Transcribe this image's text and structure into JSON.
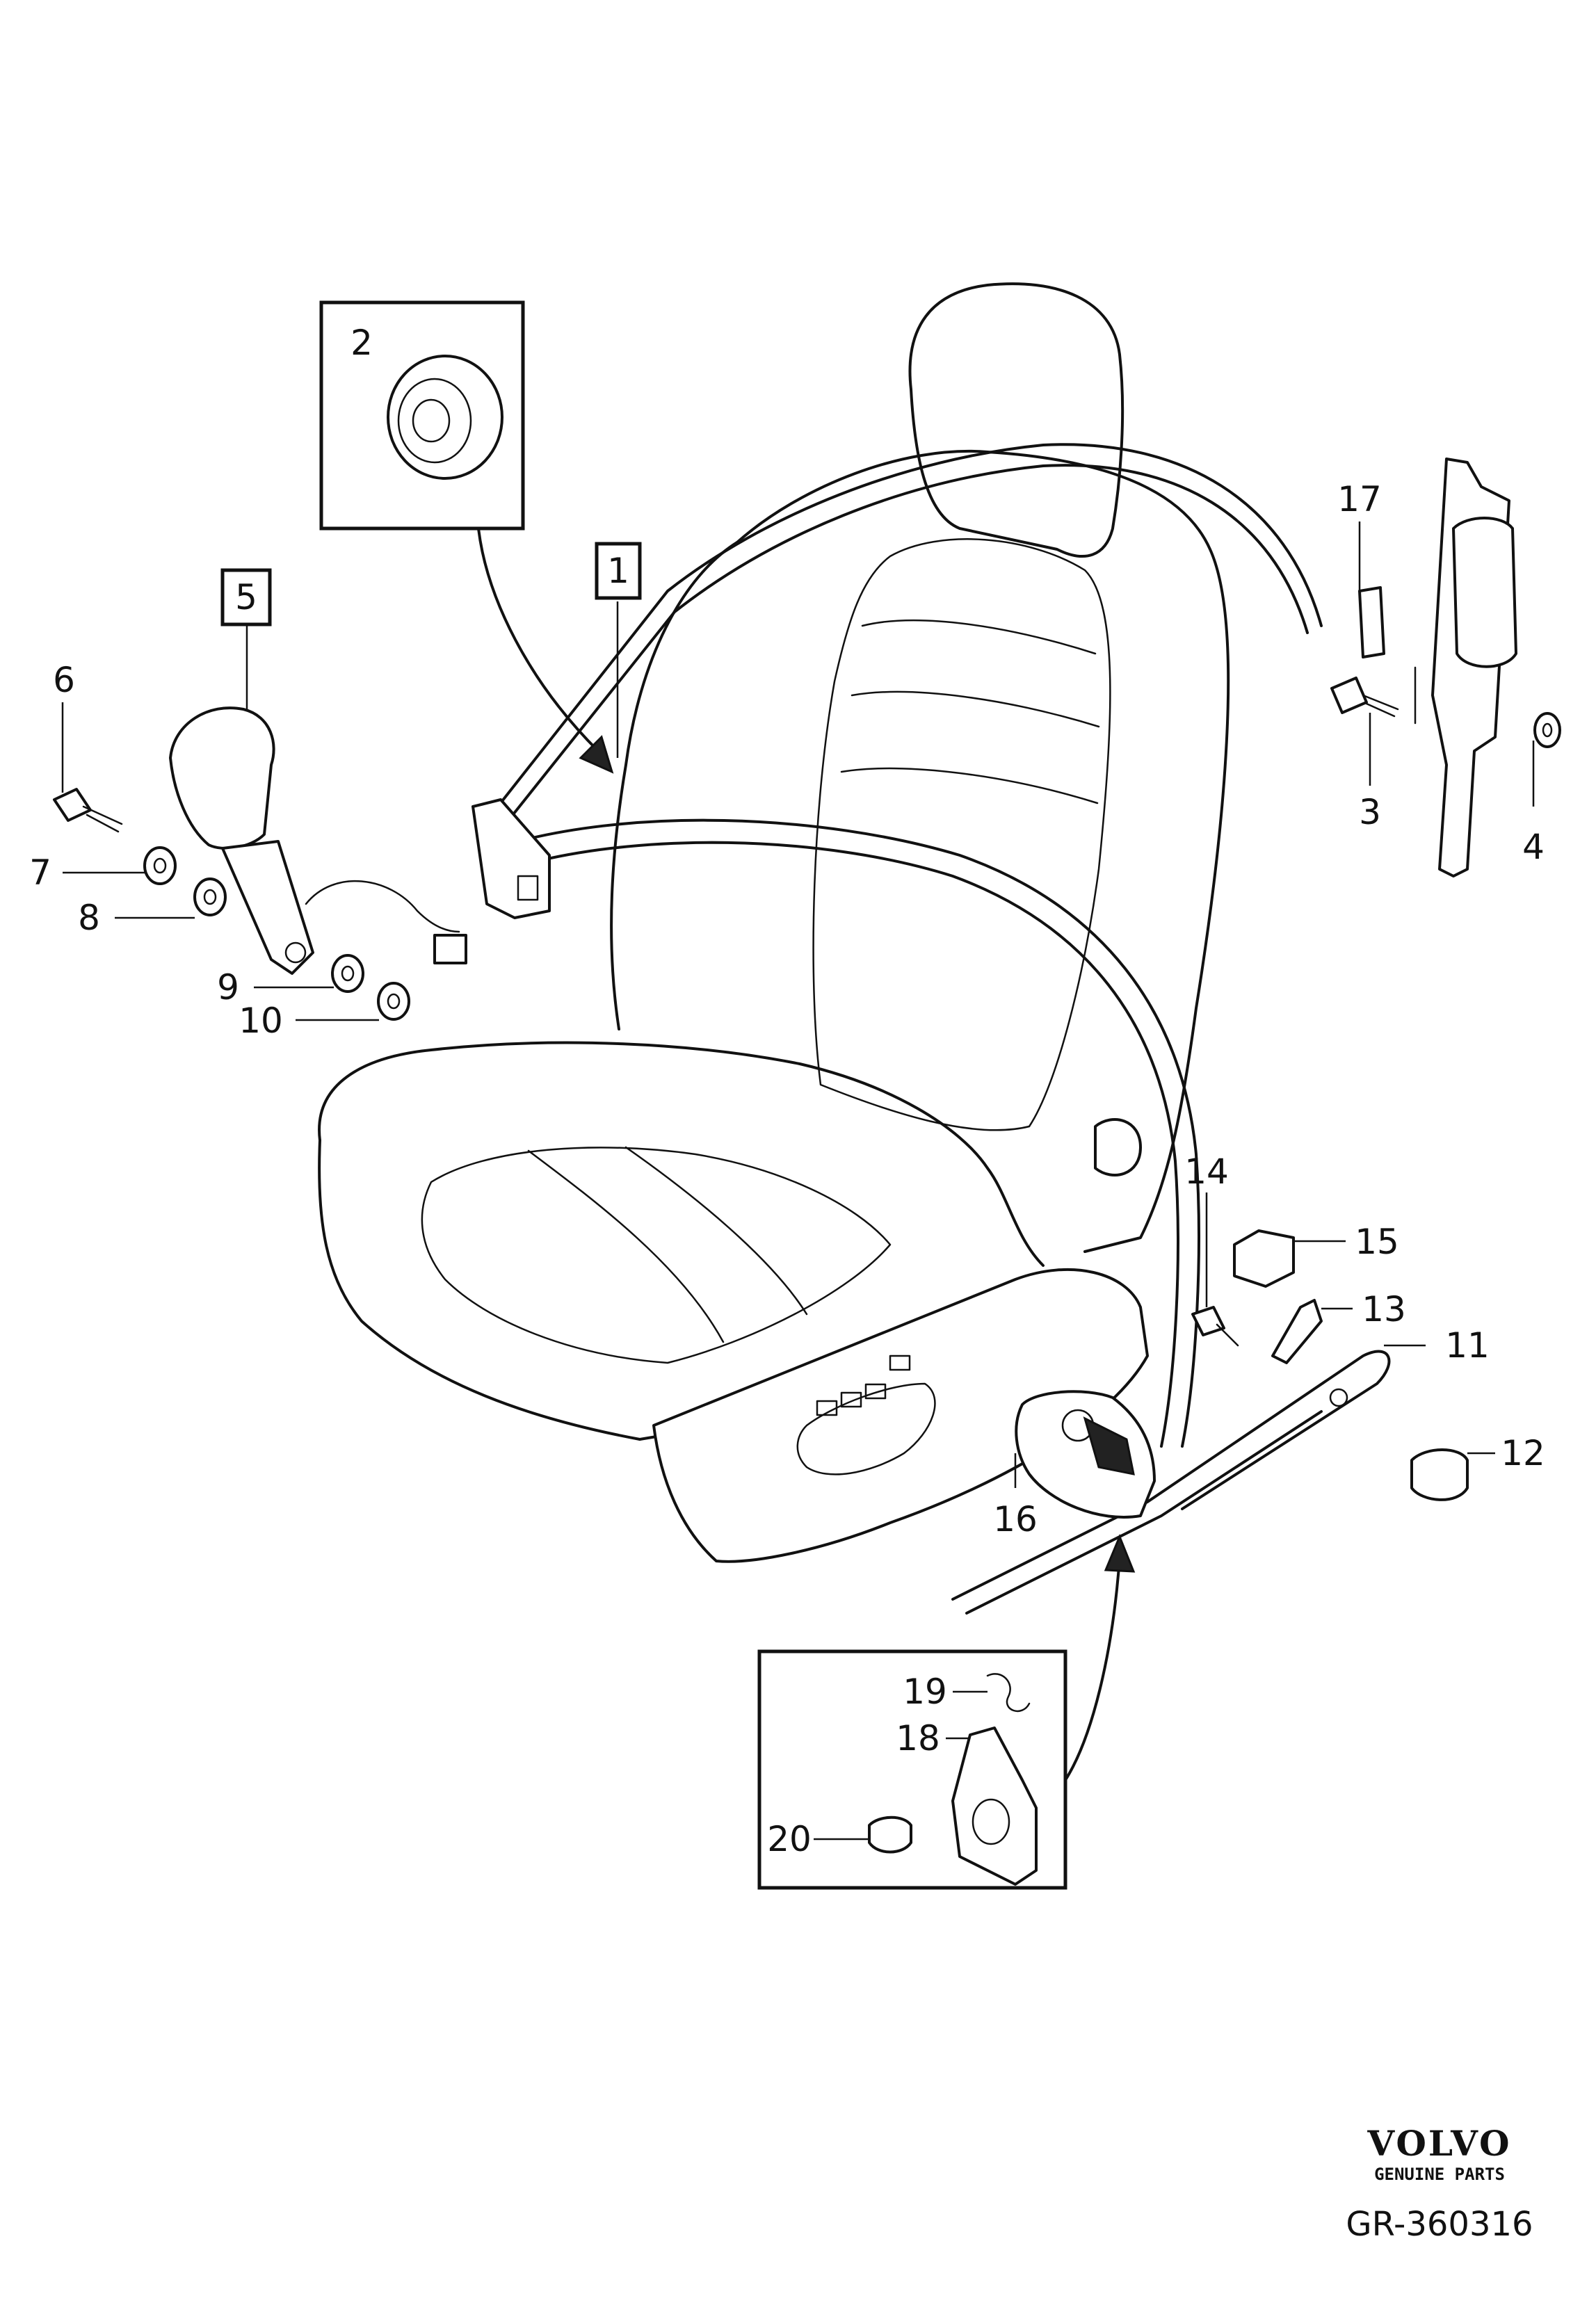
{
  "callouts": {
    "c1": "1",
    "c2": "2",
    "c3": "3",
    "c4": "4",
    "c5": "5",
    "c6": "6",
    "c7": "7",
    "c8": "8",
    "c9": "9",
    "c10": "10",
    "c11": "11",
    "c12": "12",
    "c13": "13",
    "c14": "14",
    "c15": "15",
    "c16": "16",
    "c17": "17",
    "c18": "18",
    "c19": "19",
    "c20": "20"
  },
  "logo": {
    "brand": "VOLVO",
    "subtitle": "GENUINE PARTS"
  },
  "reference": "GR-360316"
}
